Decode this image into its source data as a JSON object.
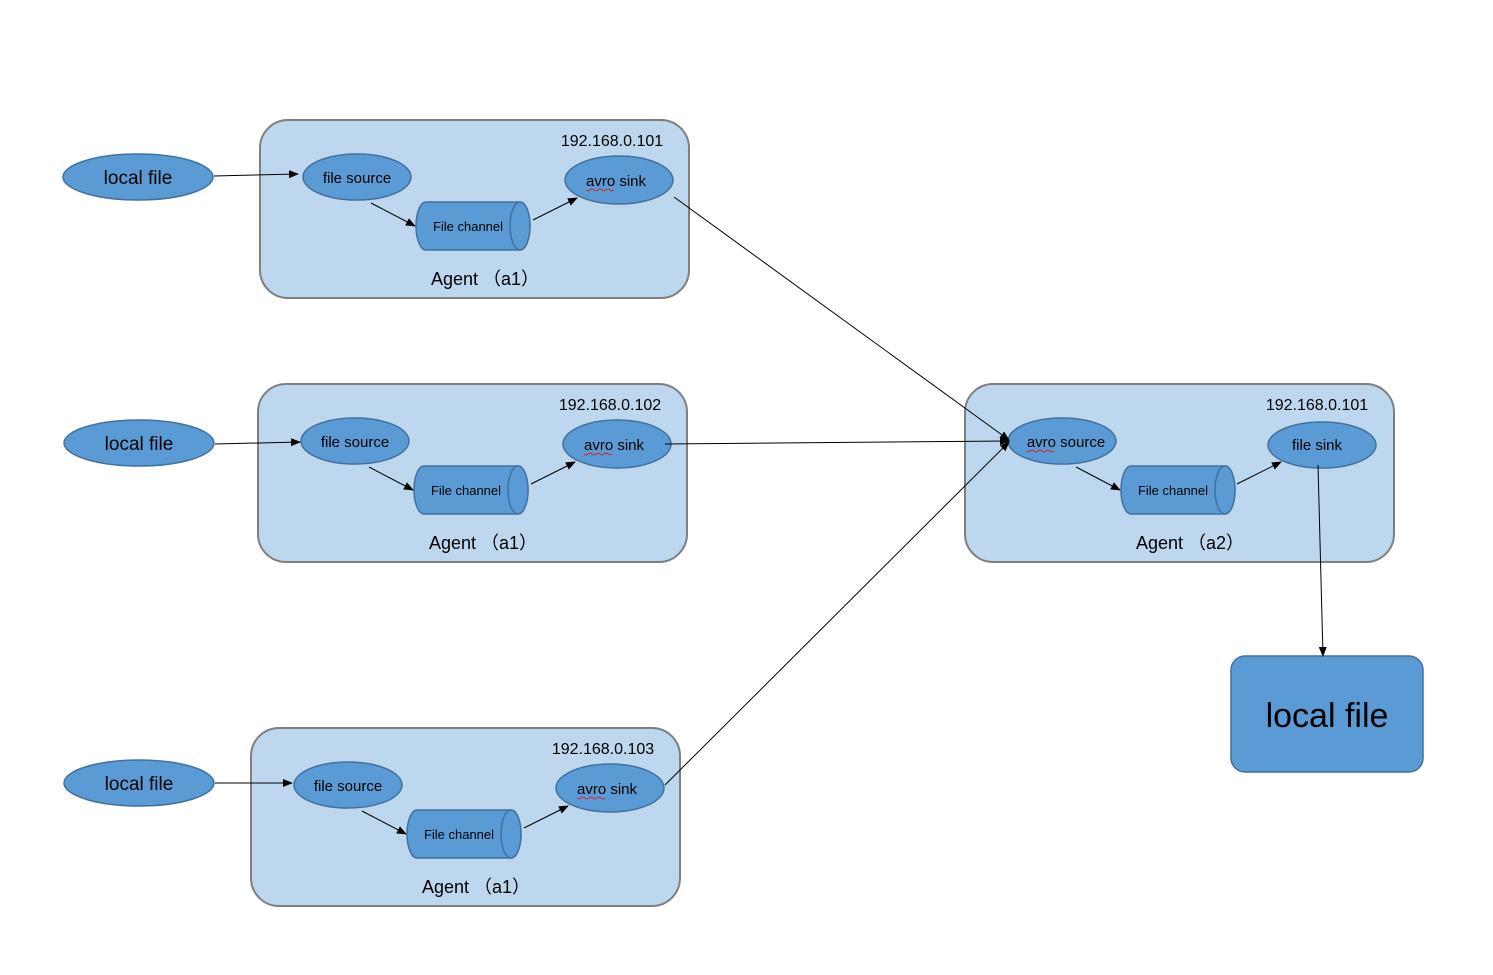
{
  "agents": [
    {
      "ip": "192.168.0.101",
      "title": "Agent （a1）",
      "input_label": "local file",
      "source_label": "file source",
      "channel_label": "File channel",
      "sink_label": "avro sink"
    },
    {
      "ip": "192.168.0.102",
      "title": "Agent （a1）",
      "input_label": "local file",
      "source_label": "file source",
      "channel_label": "File channel",
      "sink_label": "avro sink"
    },
    {
      "ip": "192.168.0.103",
      "title": "Agent （a1）",
      "input_label": "local file",
      "source_label": "file source",
      "channel_label": "File channel",
      "sink_label": "avro sink"
    }
  ],
  "collector": {
    "ip": "192.168.0.101",
    "title": "Agent （a2）",
    "source_label": "avro source",
    "channel_label": "File channel",
    "sink_label": "file sink",
    "output_label": "local file"
  },
  "colors": {
    "agent_fill": "#bdd7ee",
    "node_fill": "#5b9bd5",
    "node_stroke": "#41719c",
    "box_stroke": "#7f7f7f"
  }
}
